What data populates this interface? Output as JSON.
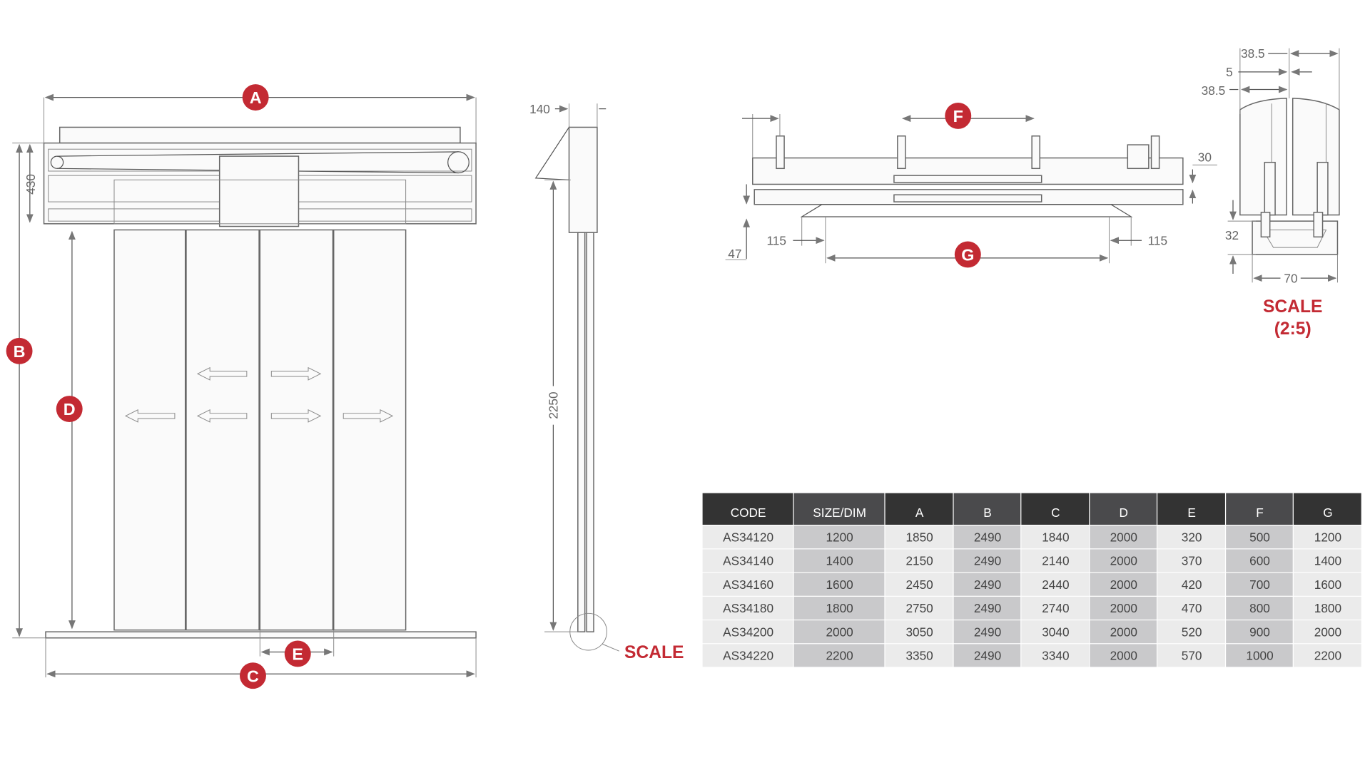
{
  "labels": {
    "A": "A",
    "B": "B",
    "C": "C",
    "D": "D",
    "E": "E",
    "F": "F",
    "G": "G"
  },
  "dimensions": {
    "front_height_top": "430",
    "side_height": "2250",
    "side_depth": "140",
    "plan_30": "30",
    "plan_47": "47",
    "plan_115_left": "115",
    "plan_115_right": "115",
    "profile_38_5_top": "38.5",
    "profile_5": "5",
    "profile_38_5_bottom": "38.5",
    "profile_32": "32",
    "profile_70": "70"
  },
  "scale_label": "SCALE",
  "detail_scale": {
    "title": "SCALE",
    "ratio": "(2:5)"
  },
  "colors": {
    "accent": "#c32a33",
    "header_dark": "#333333",
    "header_alt": "#4a4a4c",
    "row": "#ebebeb",
    "row_alt": "#c9c9cb"
  },
  "table": {
    "headers": [
      "CODE",
      "SIZE/DIM",
      "A",
      "B",
      "C",
      "D",
      "E",
      "F",
      "G"
    ],
    "rows": [
      [
        "AS34120",
        "1200",
        "1850",
        "2490",
        "1840",
        "2000",
        "320",
        "500",
        "1200"
      ],
      [
        "AS34140",
        "1400",
        "2150",
        "2490",
        "2140",
        "2000",
        "370",
        "600",
        "1400"
      ],
      [
        "AS34160",
        "1600",
        "2450",
        "2490",
        "2440",
        "2000",
        "420",
        "700",
        "1600"
      ],
      [
        "AS34180",
        "1800",
        "2750",
        "2490",
        "2740",
        "2000",
        "470",
        "800",
        "1800"
      ],
      [
        "AS34200",
        "2000",
        "3050",
        "2490",
        "3040",
        "2000",
        "520",
        "900",
        "2000"
      ],
      [
        "AS34220",
        "2200",
        "3350",
        "2490",
        "3340",
        "2000",
        "570",
        "1000",
        "2200"
      ]
    ]
  }
}
